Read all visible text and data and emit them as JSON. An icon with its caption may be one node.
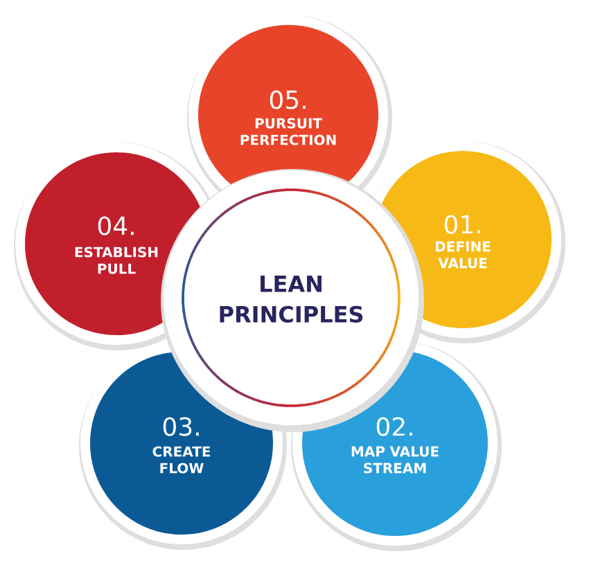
{
  "diagram": {
    "nodes": [
      {
        "text": [
          "LEAN PRINCIPLES"
        ]
      },
      {
        "text": [
          "01.",
          "DEFINE VALUE"
        ]
      },
      {
        "text": [
          "02.",
          "MAP VALUE STREAM"
        ]
      },
      {
        "text": [
          "03.",
          "CREATE FLOW"
        ]
      },
      {
        "text": [
          "04.",
          "ESTABLISH PULL"
        ]
      },
      {
        "text": [
          "05.",
          "PURSUIT PERFECTION"
        ]
      }
    ]
  }
}
